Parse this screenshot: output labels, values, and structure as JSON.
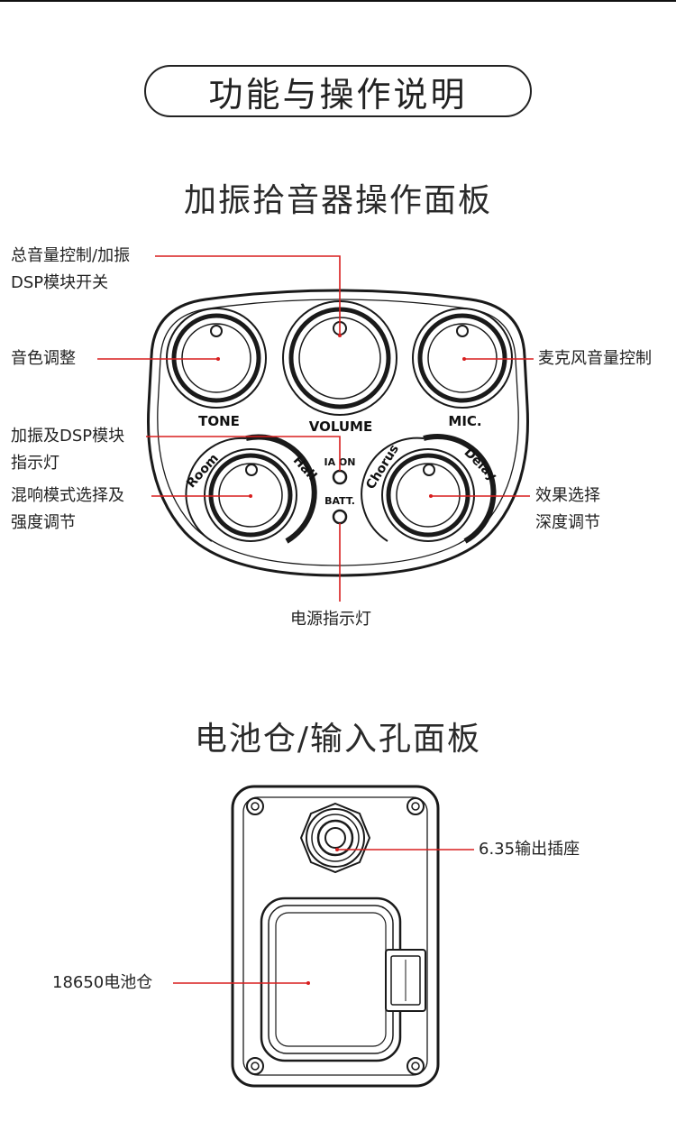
{
  "banner": {
    "title": "功能与操作说明"
  },
  "panel1": {
    "title": "加振拾音器操作面板",
    "knob_labels": {
      "tone": "TONE",
      "volume": "VOLUME",
      "mic": "MIC."
    },
    "reverb_arc": {
      "left": "Room",
      "right": "Hall"
    },
    "effect_arc": {
      "left": "Chorus",
      "right": "Delay"
    },
    "led_labels": {
      "ia_on": "IA ON",
      "batt": "BATT."
    },
    "callouts": {
      "master_l1": "总音量控制/加振",
      "master_l2": "DSP模块开关",
      "tone": "音色调整",
      "mic": "麦克风音量控制",
      "led_l1": "加振及DSP模块",
      "led_l2": "指示灯",
      "reverb_l1": "混响模式选择及",
      "reverb_l2": "强度调节",
      "effect_l1": "效果选择",
      "effect_l2": "深度调节",
      "power_led": "电源指示灯"
    }
  },
  "panel2": {
    "title": "电池仓/输入孔面板",
    "callouts": {
      "jack": "6.35输出插座",
      "battery": "18650电池仓"
    }
  },
  "colors": {
    "leader": "#d81e1e",
    "ink": "#1a1a1a"
  }
}
